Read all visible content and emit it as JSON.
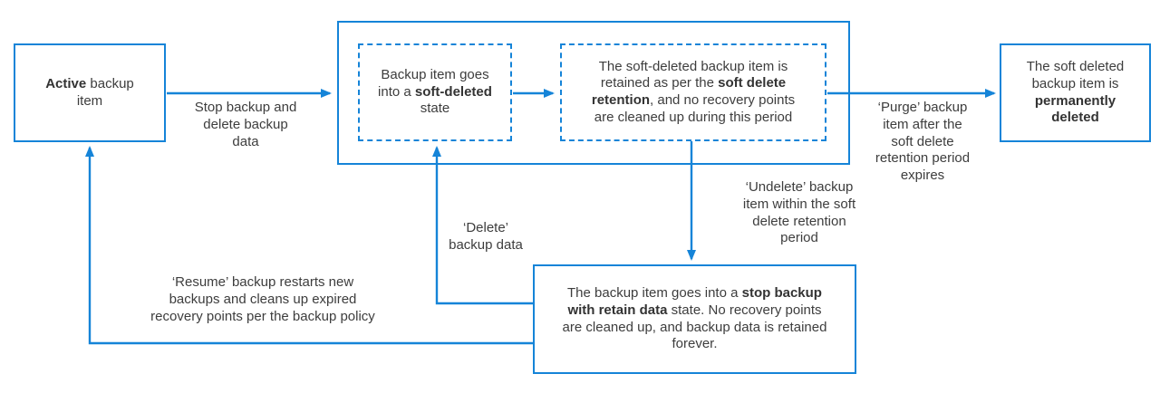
{
  "colors": {
    "accent": "#1584d8",
    "text": "#3d3d3d",
    "background": "#ffffff"
  },
  "nodes": {
    "active": {
      "segments": [
        {
          "t": "Active",
          "b": true
        },
        {
          "t": " backup item"
        }
      ]
    },
    "soft_deleted": {
      "segments": [
        {
          "t": "Backup item goes into a "
        },
        {
          "t": "soft-deleted",
          "b": true
        },
        {
          "t": " state"
        }
      ]
    },
    "retention": {
      "segments": [
        {
          "t": "The soft-deleted backup item is retained as per the "
        },
        {
          "t": "soft delete retention",
          "b": true
        },
        {
          "t": ", and no recovery points are cleaned up during this period"
        }
      ]
    },
    "permanently_deleted": {
      "segments": [
        {
          "t": "The soft deleted backup item is "
        },
        {
          "t": "permanently deleted",
          "b": true
        }
      ]
    },
    "stop_retain": {
      "segments": [
        {
          "t": "The backup item goes into a "
        },
        {
          "t": "stop backup with retain data",
          "b": true
        },
        {
          "t": " state. No recovery points are cleaned up, and backup data is retained forever."
        }
      ]
    }
  },
  "edges": {
    "stop_backup": {
      "label": "Stop backup and delete  backup data"
    },
    "purge": {
      "label": "‘Purge’ backup item after the soft delete retention period expires"
    },
    "undelete": {
      "label": "‘Undelete’ backup item within the soft delete retention period"
    },
    "delete": {
      "label": "‘Delete’ backup data"
    },
    "resume": {
      "label": "‘Resume’ backup restarts new backups and cleans up expired recovery points per the backup policy"
    }
  }
}
